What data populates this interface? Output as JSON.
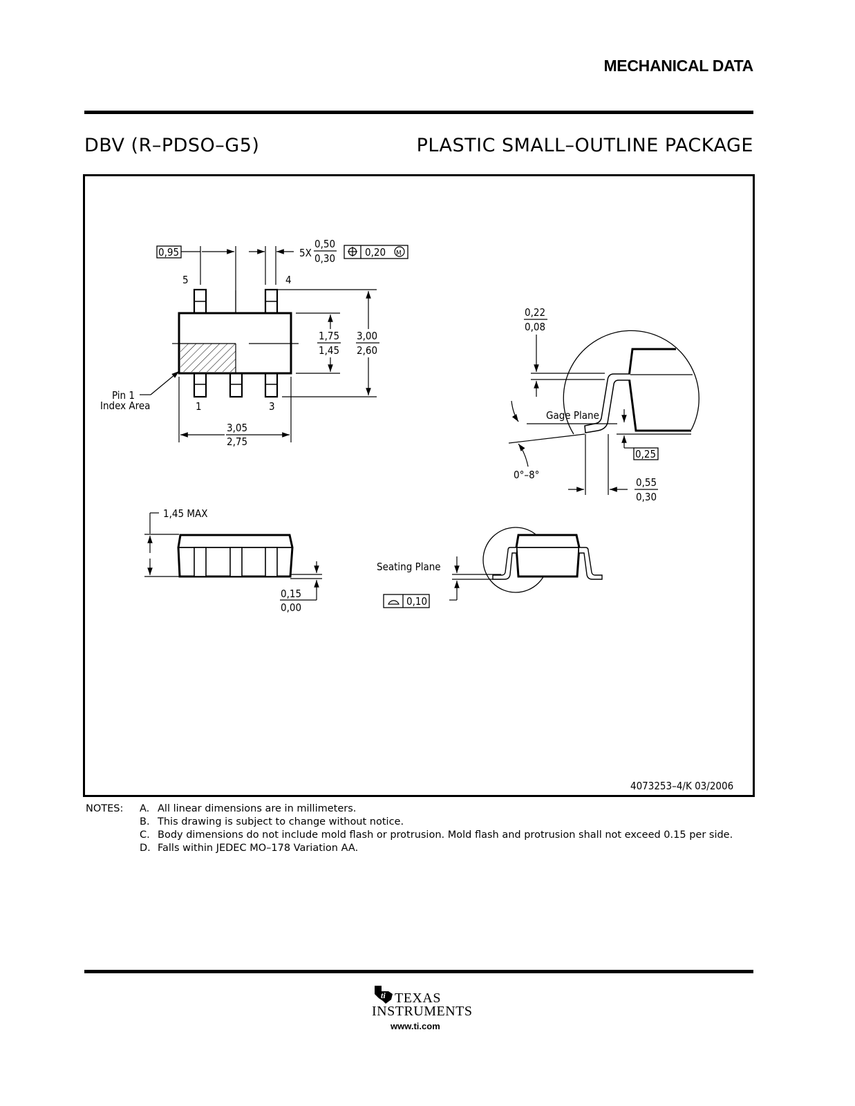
{
  "header": {
    "title": "MECHANICAL DATA"
  },
  "package": {
    "code": "DBV (R–PDSO–G5)",
    "name": "PLASTIC SMALL–OUTLINE PACKAGE"
  },
  "drawing": {
    "top_view": {
      "pin_pitch": "0,95",
      "lead_count_prefix": "5X",
      "lead_width_max": "0,50",
      "lead_width_min": "0,30",
      "position_tolerance": "0,20",
      "mmc_symbol": "M",
      "pin_labels": [
        "5",
        "4",
        "1",
        "3"
      ],
      "body_width_max": "1,75",
      "body_width_min": "1,45",
      "overall_width_max": "3,00",
      "overall_width_min": "2,60",
      "body_length_max": "3,05",
      "body_length_min": "2,75",
      "pin1_label_line1": "Pin 1",
      "pin1_label_line2": "Index Area"
    },
    "side_view": {
      "height_max": "1,45 MAX",
      "standoff_max": "0,15",
      "standoff_min": "0,00"
    },
    "detail_view": {
      "lead_thickness_max": "0,22",
      "lead_thickness_min": "0,08",
      "gage_plane": "Gage Plane",
      "gage_distance": "0,25",
      "angle": "0°–8°",
      "foot_length_max": "0,55",
      "foot_length_min": "0,30"
    },
    "end_view": {
      "seating_plane": "Seating Plane",
      "coplanarity": "0,10"
    },
    "drawing_number": "4073253–4/K 03/2006"
  },
  "notes": {
    "label": "NOTES:",
    "items": [
      {
        "key": "A.",
        "text": "All linear dimensions are in millimeters."
      },
      {
        "key": "B.",
        "text": "This drawing is subject to change without notice."
      },
      {
        "key": "C.",
        "text": "Body dimensions do not include mold flash or protrusion. Mold flash and protrusion shall not exceed 0.15 per side."
      },
      {
        "key": "D.",
        "text": "Falls within JEDEC MO–178 Variation AA."
      }
    ]
  },
  "footer": {
    "logo_line1": "TEXAS",
    "logo_line2": "INSTRUMENTS",
    "url": "www.ti.com"
  }
}
